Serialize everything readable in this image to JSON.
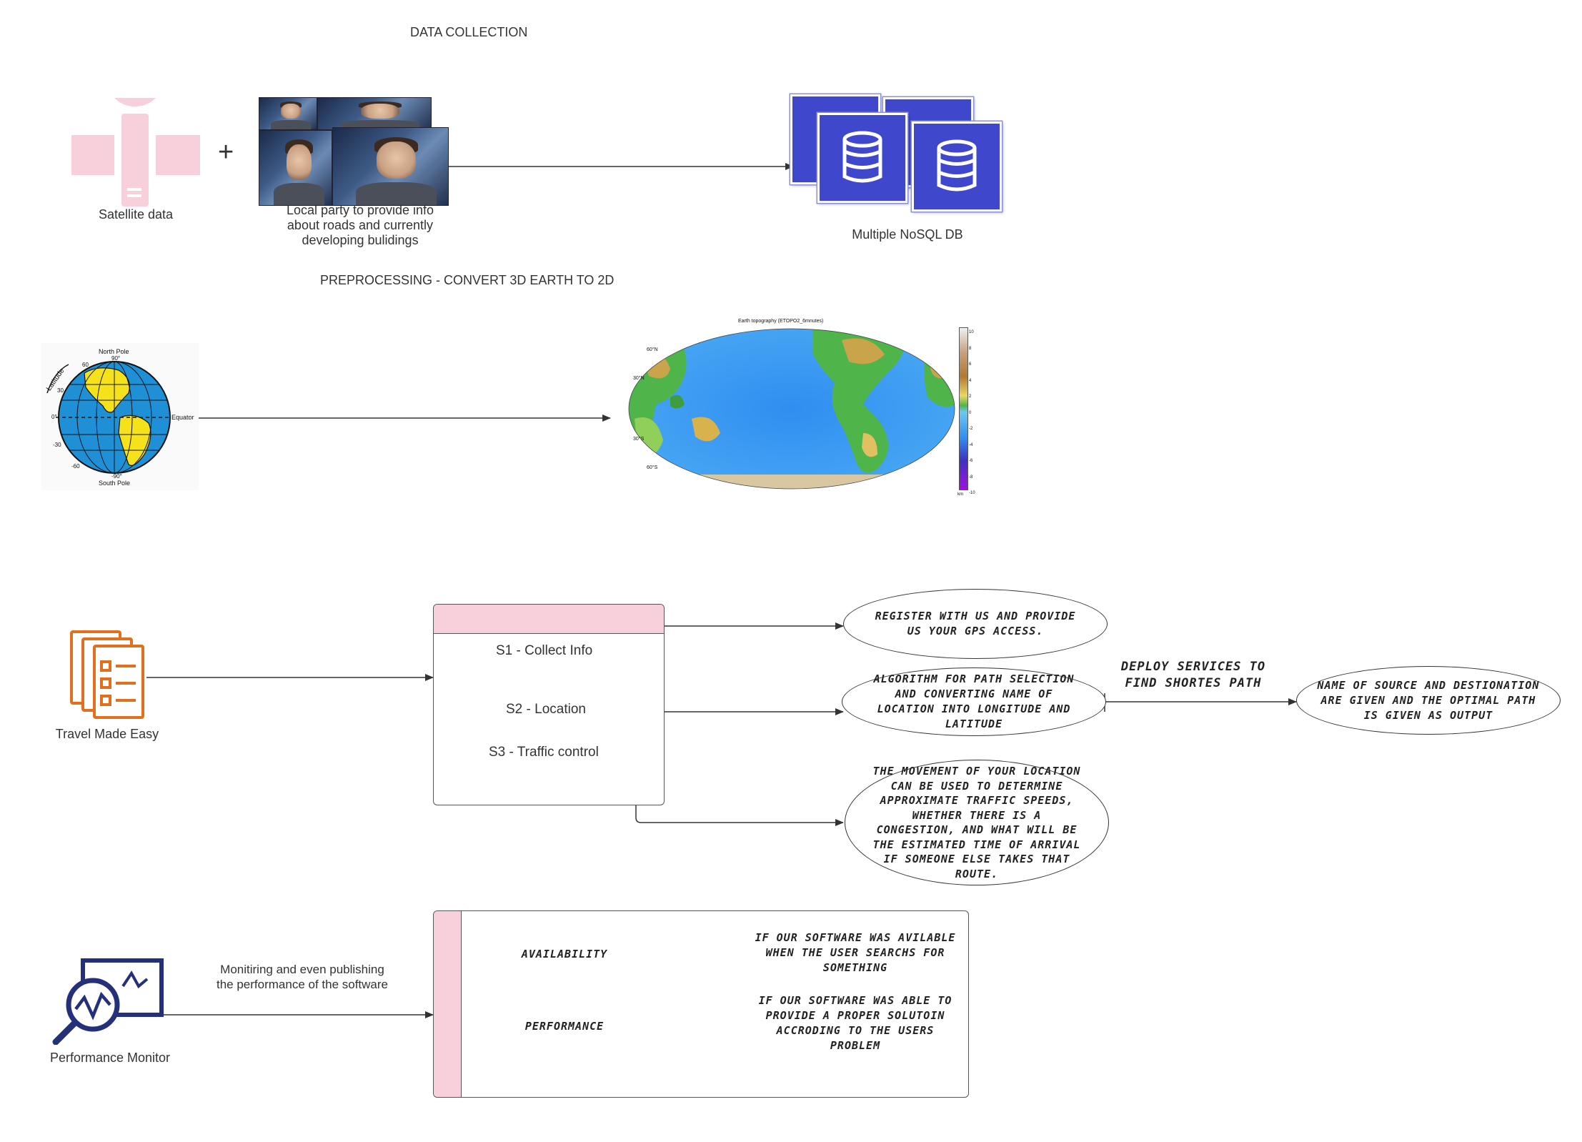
{
  "headings": {
    "data_collection": "DATA COLLECTION",
    "preprocessing": "PREPROCESSING - CONVERT 3D EARTH TO 2D"
  },
  "data_collection": {
    "satellite_label": "Satellite data",
    "plus": "+",
    "local_party_label": "Local party to provide info about  roads and currently developing bulidings",
    "nosql_label": "Multiple NoSQL DB"
  },
  "globe": {
    "north_pole": "North Pole",
    "south_pole": "South Pole",
    "equator": "Equator",
    "latitude": "Latitude",
    "lat_ticks": [
      "90°",
      "60",
      "30",
      "0°",
      "-30",
      "-60",
      "-90°"
    ]
  },
  "world_map": {
    "title": "Earth topography (ETOPO2_6mnutes)",
    "lat_labels": [
      "60°N",
      "30°N",
      "30°S",
      "60°S"
    ],
    "scale_ticks": [
      "10",
      "8",
      "6",
      "4",
      "2",
      "0",
      "-2",
      "-4",
      "-6",
      "-8",
      "-10"
    ],
    "scale_unit": "km"
  },
  "services": {
    "app_label": "Travel Made Easy",
    "items": [
      "S1 - Collect Info",
      "S2 - Location",
      "S3 - Traffic control"
    ],
    "notes": {
      "register": "REGISTER WITH US AND PROVIDE US YOUR GPS ACCESS.",
      "algorithm": "ALGORITHM FOR PATH SELECTION AND CONVERTING NAME OF LOCATION INTO LONGITUDE AND LATITUDE",
      "deploy": "DEPLOY SERVICES TO FIND SHORTES PATH",
      "output": "NAME OF  SOURCE AND DESTIONATION  ARE GIVEN AND THE OPTIMAL PATH IS GIVEN AS OUTPUT",
      "traffic": "THE MOVEMENT OF YOUR LOCATION CAN BE USED TO DETERMINE APPROXIMATE TRAFFIC SPEEDS, WHETHER THERE IS A CONGESTION, AND WHAT WILL BE THE ESTIMATED TIME OF ARRIVAL IF SOMEONE ELSE TAKES THAT ROUTE."
    }
  },
  "monitoring": {
    "monitor_label": "Performance Monitor",
    "arrow_label": "Monitiring and even publishing the performance of the software",
    "availability_label": "AVAILABILITY",
    "availability_desc": "IF OUR SOFTWARE WAS AVILABLE WHEN THE USER SEARCHS FOR SOMETHING",
    "performance_label": "PERFORMANCE",
    "performance_desc": "IF OUR SOFTWARE WAS ABLE TO PROVIDE A PROPER SOLUTOIN ACCRODING TO THE USERS PROBLEM"
  },
  "colors": {
    "pink": "#f8d0dc",
    "db_blue": "#3f47cc",
    "orange_icon": "#e0701e",
    "navy_icon": "#24307a"
  }
}
